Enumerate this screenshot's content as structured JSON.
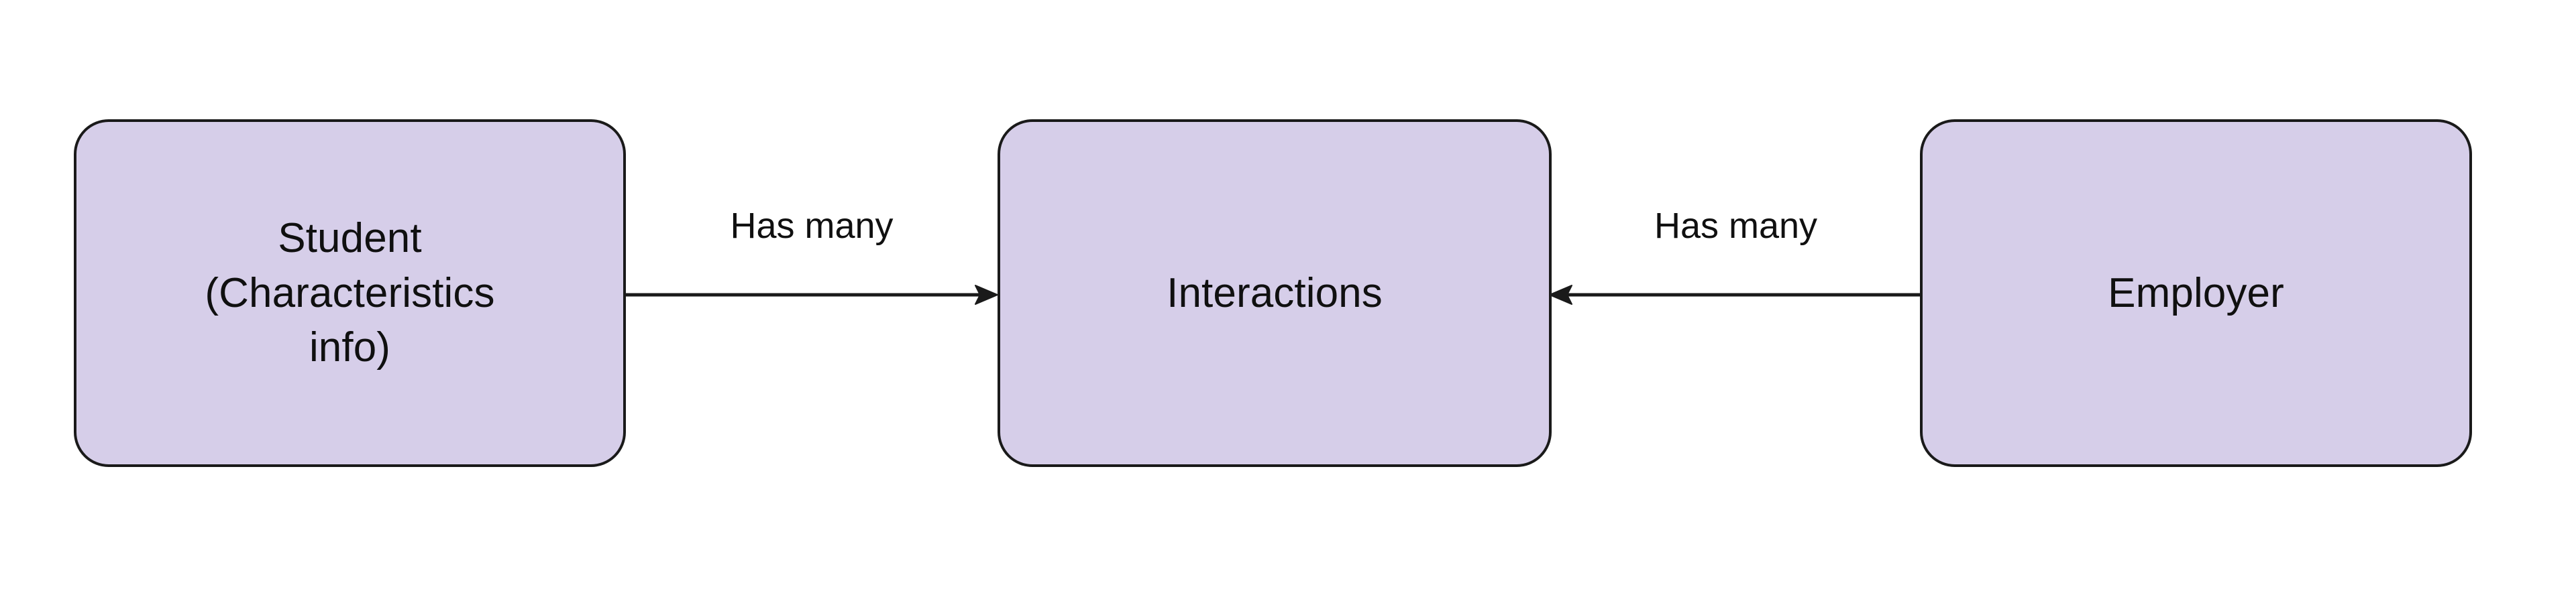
{
  "diagram": {
    "type": "entity-relationship-flowchart",
    "background_color": "#ffffff",
    "node_fill_color": "#d6cee9",
    "node_stroke_color": "#1a1a1a",
    "edge_color": "#1a1a1a",
    "text_color": "#101010",
    "nodes": [
      {
        "id": "student",
        "label": "Student\n(Characteristics\ninfo)",
        "shape": "rounded-rectangle"
      },
      {
        "id": "interactions",
        "label": "Interactions",
        "shape": "rounded-rectangle"
      },
      {
        "id": "employer",
        "label": "Employer",
        "shape": "rounded-rectangle"
      }
    ],
    "edges": [
      {
        "id": "student-to-interactions",
        "label": "Has many",
        "from": "student",
        "to": "interactions",
        "direction": "right",
        "arrowhead": "filled-triangle"
      },
      {
        "id": "employer-to-interactions",
        "label": "Has many",
        "from": "employer",
        "to": "interactions",
        "direction": "left",
        "arrowhead": "filled-triangle"
      }
    ]
  }
}
